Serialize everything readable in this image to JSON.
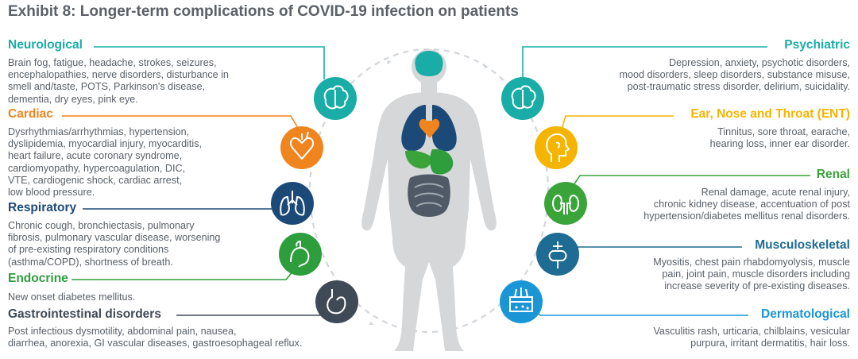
{
  "title": "Exhibit 8: Longer-term complications of COVID-19 infection on patients",
  "categories": [
    {
      "id": "neurological",
      "label": "Neurological",
      "color": "#1aada8",
      "icon": "brain-icon",
      "lines": [
        "Brain fog, fatigue, headache, strokes, seizures,",
        "encephalopathies, nerve disorders, disturbance in",
        "smell and/taste, POTS, Parkinson's disease,",
        "dementia, dry eyes, pink eye."
      ]
    },
    {
      "id": "cardiac",
      "label": "Cardiac",
      "color": "#f0841e",
      "icon": "heart-icon",
      "lines": [
        "Dysrhythmias/arrhythmias, hypertension,",
        "dyslipidemia, myocardial injury, myocarditis,",
        "heart failure, acute coronary syndrome,",
        "cardiomyopathy, hypercoagulation, DIC,",
        "VTE, cardiogenic shock, cardiac arrest,",
        "low blood pressure."
      ]
    },
    {
      "id": "respiratory",
      "label": "Respiratory",
      "color": "#1c4a78",
      "icon": "lungs-icon",
      "lines": [
        "Chronic cough, bronchiectasis, pulmonary",
        "fibrosis, pulmonary vascular disease, worsening",
        "of pre-existing respiratory conditions",
        "(asthma/COPD), shortness of breath."
      ]
    },
    {
      "id": "endocrine",
      "label": "Endocrine",
      "color": "#2e9e3d",
      "icon": "pancreas-icon",
      "lines": [
        "New onset diabetes mellitus."
      ]
    },
    {
      "id": "gastrointestinal",
      "label": "Gastrointestinal disorders",
      "color": "#3f4a56",
      "icon": "stomach-icon",
      "lines": [
        "Post infectious dysmotility, abdominal pain, nausea,",
        "diarrhea, anorexia, GI vascular diseases, gastroesophageal reflux."
      ]
    },
    {
      "id": "psychiatric",
      "label": "Psychiatric",
      "color": "#1aada8",
      "icon": "brain-icon",
      "lines": [
        "Depression, anxiety, psychotic disorders,",
        "mood disorders, sleep disorders, substance misuse,",
        "post-traumatic stress disorder, delirium, suicidality."
      ]
    },
    {
      "id": "ent",
      "label": "Ear, Nose and Throat (ENT)",
      "color": "#f5b400",
      "icon": "head-profile-icon",
      "lines": [
        "Tinnitus, sore throat, earache,",
        "hearing loss, inner ear disorder."
      ]
    },
    {
      "id": "renal",
      "label": "Renal",
      "color": "#3aa43a",
      "icon": "kidneys-icon",
      "lines": [
        "Renal damage, acute renal injury,",
        "chronic kidney disease, accentuation of post",
        "hypertension/diabetes mellitus renal disorders."
      ]
    },
    {
      "id": "musculoskeletal",
      "label": "Musculoskeletal",
      "color": "#1e6b94",
      "icon": "joint-icon",
      "lines": [
        "Myositis, chest pain rhabdomyolysis, muscle",
        "pain, joint pain, muscle disorders including",
        "increase severity of pre-existing diseases."
      ]
    },
    {
      "id": "dermatological",
      "label": "Dermatological",
      "color": "#1a95d6",
      "icon": "skin-icon",
      "lines": [
        "Vasculitis rash, urticaria, chilblains, vesicular",
        "purpura, irritant dermatitis, hair loss."
      ]
    }
  ]
}
